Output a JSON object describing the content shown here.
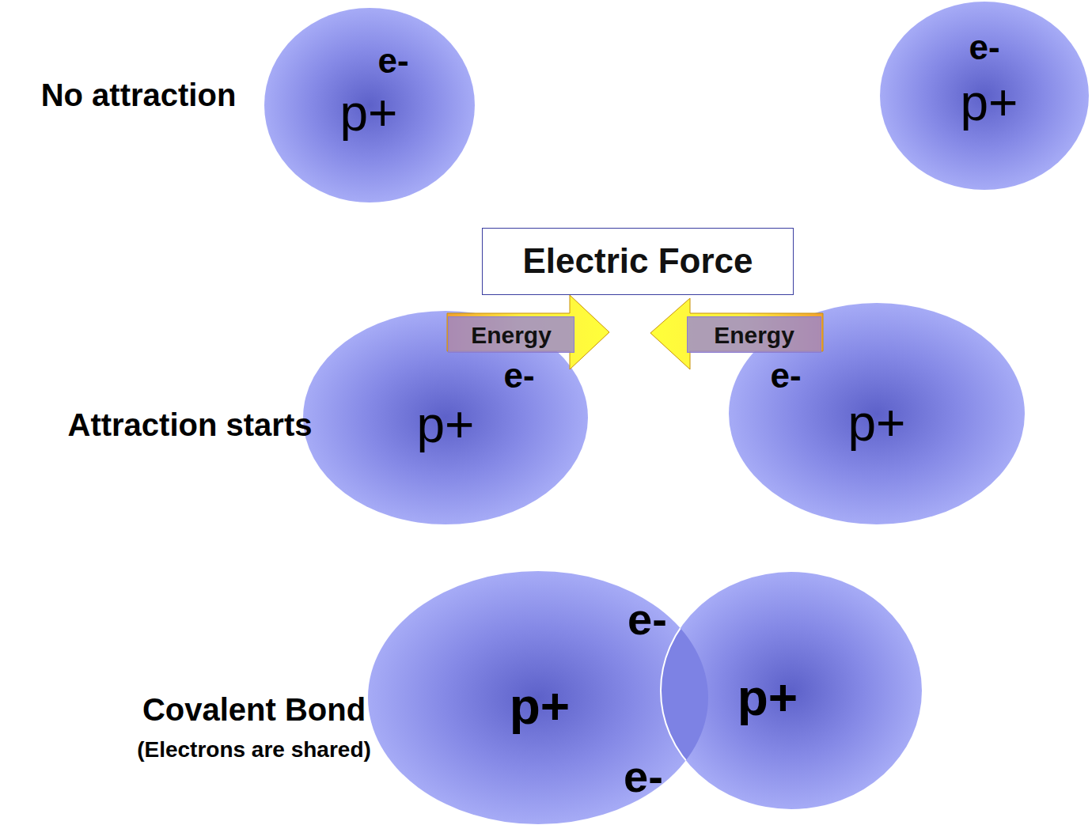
{
  "diagram": {
    "nodes": [
      {
        "text": [
          "e-",
          "p+"
        ]
      },
      {
        "text": [
          "e-",
          "p+"
        ]
      },
      {
        "text": [
          "Electric Force"
        ]
      },
      {
        "text": [
          "Energy"
        ]
      },
      {
        "text": [
          "Energy"
        ]
      },
      {
        "text": [
          "e-",
          "p+"
        ]
      },
      {
        "text": [
          "e-",
          "p+"
        ]
      },
      {
        "text": [
          "p+"
        ]
      },
      {
        "text": [
          "p+"
        ]
      }
    ],
    "labels": [
      "No attraction",
      "Attraction starts",
      "Covalent Bond",
      "(Electrons are shared)",
      "e-",
      "e-"
    ]
  }
}
